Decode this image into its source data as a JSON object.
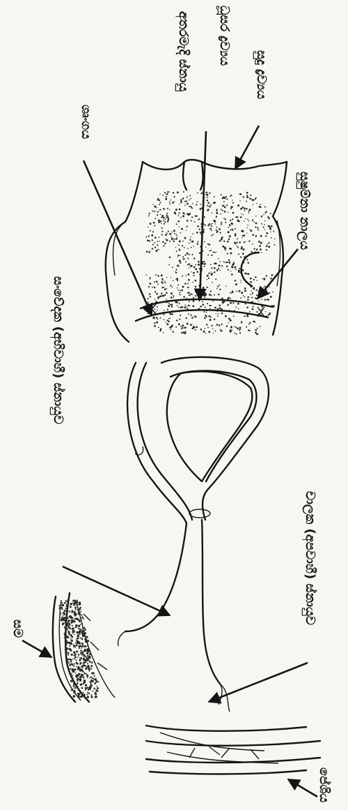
{
  "labels": {
    "gray_matter": "ධූසර ද්‍රව්‍යය",
    "white_matter": "සුදු ද්‍රව්‍යය",
    "horn": "ශෘංගය",
    "relay_neuron": "අතරමැදි ස්නායු",
    "sensory_neuron": "සංවේදක (අභිවාහී) ස්නායුව",
    "spinal_canal": "සුෂුම්නා නාලය",
    "skin": "සම",
    "motor_neuron": "චාලක (අපවාහී) ස්නායුව",
    "muscle": "පේශිය"
  },
  "colors": {
    "ink": "#151515",
    "paper": "#f7f6f1"
  }
}
